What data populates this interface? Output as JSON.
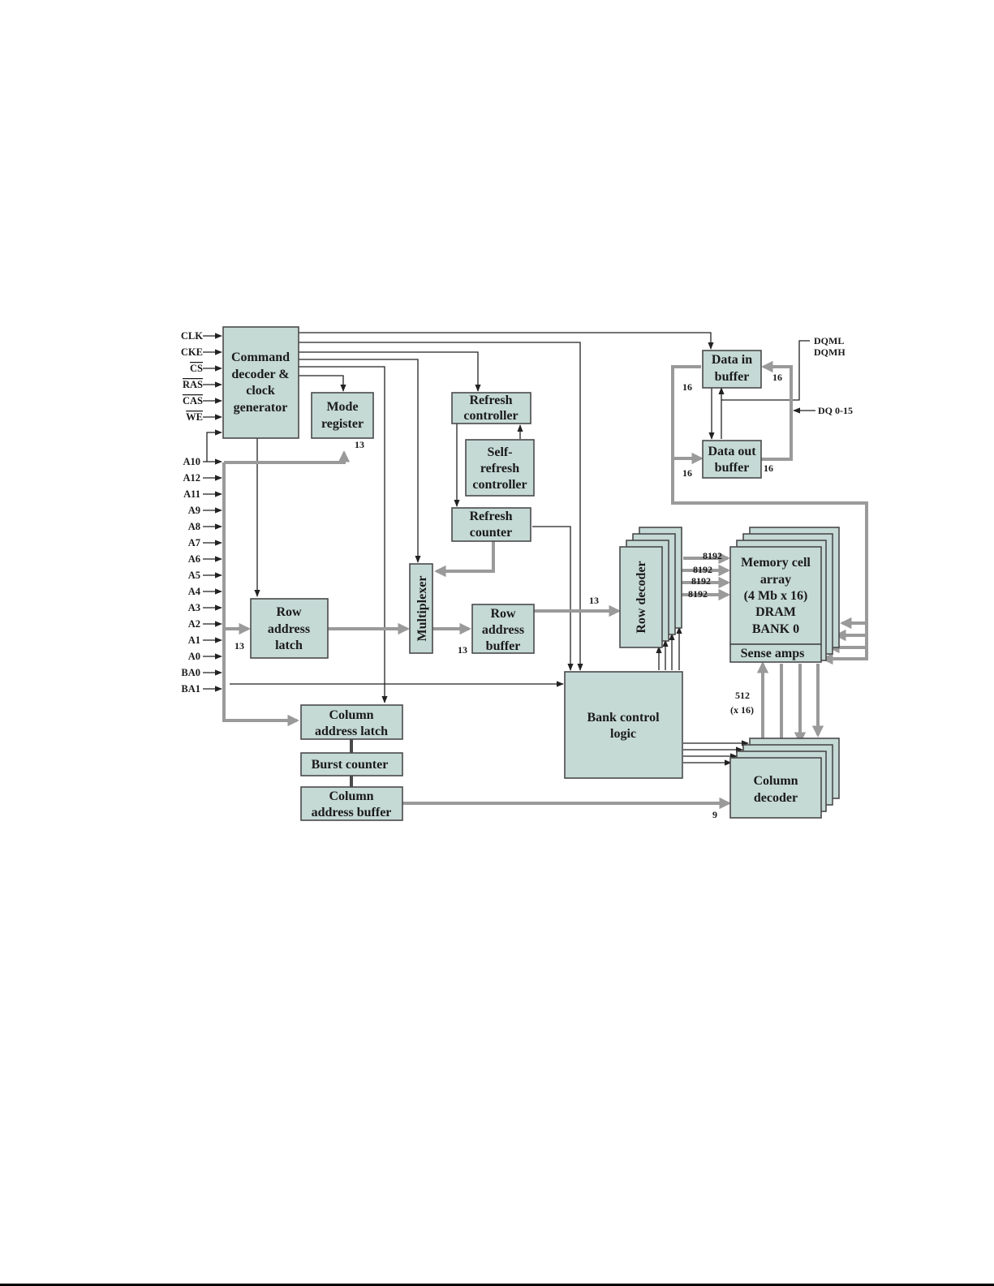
{
  "blocks": {
    "command_decoder": [
      "Command",
      "decoder &",
      "clock",
      "generator"
    ],
    "mode_register": [
      "Mode",
      "register"
    ],
    "refresh_controller": [
      "Refresh",
      "controller"
    ],
    "self_refresh": [
      "Self-",
      "refresh",
      "controller"
    ],
    "refresh_counter": [
      "Refresh",
      "counter"
    ],
    "multiplexer": "Multiplexer",
    "row_address_latch": [
      "Row",
      "address",
      "latch"
    ],
    "row_address_buffer": [
      "Row",
      "address",
      "buffer"
    ],
    "row_decoder": "Row decoder",
    "memory_array": [
      "Memory cell",
      "array",
      "(4 Mb x 16)",
      "DRAM",
      "BANK 0"
    ],
    "sense_amps": "Sense amps",
    "bank_control": [
      "Bank control",
      "logic"
    ],
    "column_address_latch": [
      "Column",
      "address latch"
    ],
    "burst_counter": "Burst counter",
    "column_address_buffer": [
      "Column",
      "address buffer"
    ],
    "column_decoder": [
      "Column",
      "decoder"
    ],
    "data_in_buffer": [
      "Data in",
      "buffer"
    ],
    "data_out_buffer": [
      "Data out",
      "buffer"
    ]
  },
  "control_pins": [
    "CLK",
    "CKE",
    "CS",
    "RAS",
    "CAS",
    "WE"
  ],
  "address_pins": [
    "A10",
    "A12",
    "A11",
    "A9",
    "A8",
    "A7",
    "A6",
    "A5",
    "A4",
    "A3",
    "A2",
    "A1",
    "A0",
    "BA0",
    "BA1"
  ],
  "external_signals": {
    "dqml": "DQML",
    "dqmh": "DQMH",
    "dq": "DQ 0-15"
  },
  "bus_widths": {
    "mode": "13",
    "row_latch": "13",
    "row_buffer": "13",
    "row_decoder_in": "13",
    "row_lines": [
      "8192",
      "8192",
      "8192",
      "8192"
    ],
    "sense": [
      "512",
      "(x 16)"
    ],
    "column": "9",
    "data_in_left": "16",
    "data_in_right": "16",
    "data_out_left": "16",
    "data_out_right": "16"
  }
}
